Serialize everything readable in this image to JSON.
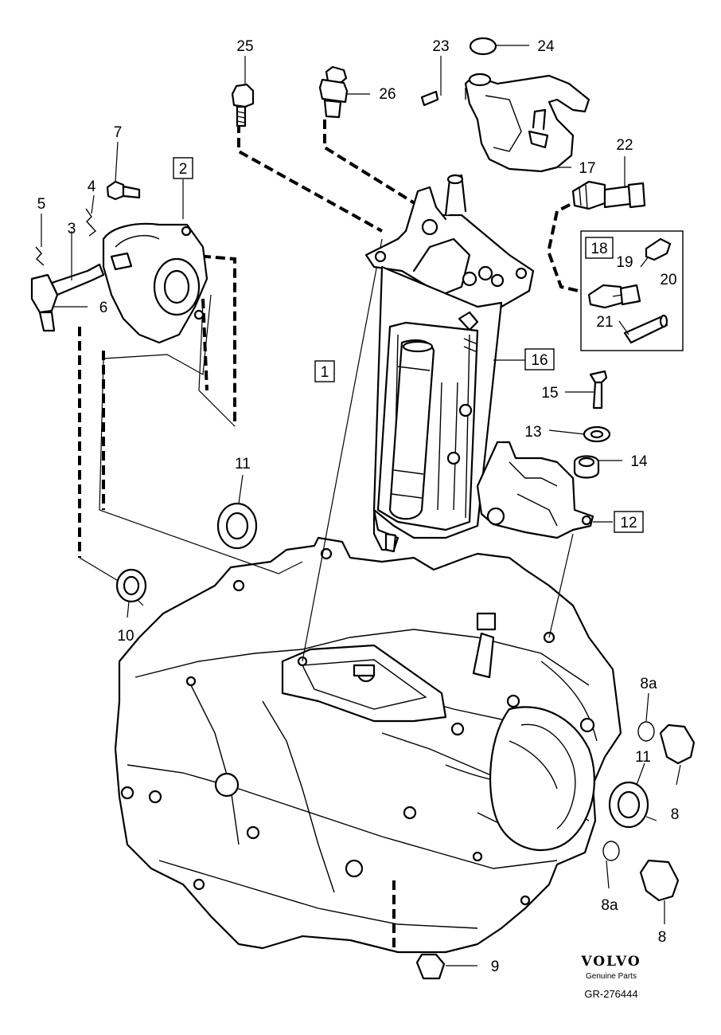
{
  "callouts": {
    "n1": "1",
    "n2": "2",
    "n3": "3",
    "n4": "4",
    "n5": "5",
    "n6": "6",
    "n7": "7",
    "n8a": "8",
    "n8b": "8",
    "n8a1": "8a",
    "n8a2": "8a",
    "n9": "9",
    "n10": "10",
    "n11a": "11",
    "n11b": "11",
    "n12": "12",
    "n13": "13",
    "n14": "14",
    "n15": "15",
    "n16": "16",
    "n17": "17",
    "n18": "18",
    "n19": "19",
    "n20": "20",
    "n21": "21",
    "n22": "22",
    "n23": "23",
    "n24": "24",
    "n25": "25",
    "n26": "26"
  },
  "footer": {
    "brand": "VOLVO",
    "subtitle": "Genuine Parts",
    "drawing_code": "GR-276444"
  }
}
